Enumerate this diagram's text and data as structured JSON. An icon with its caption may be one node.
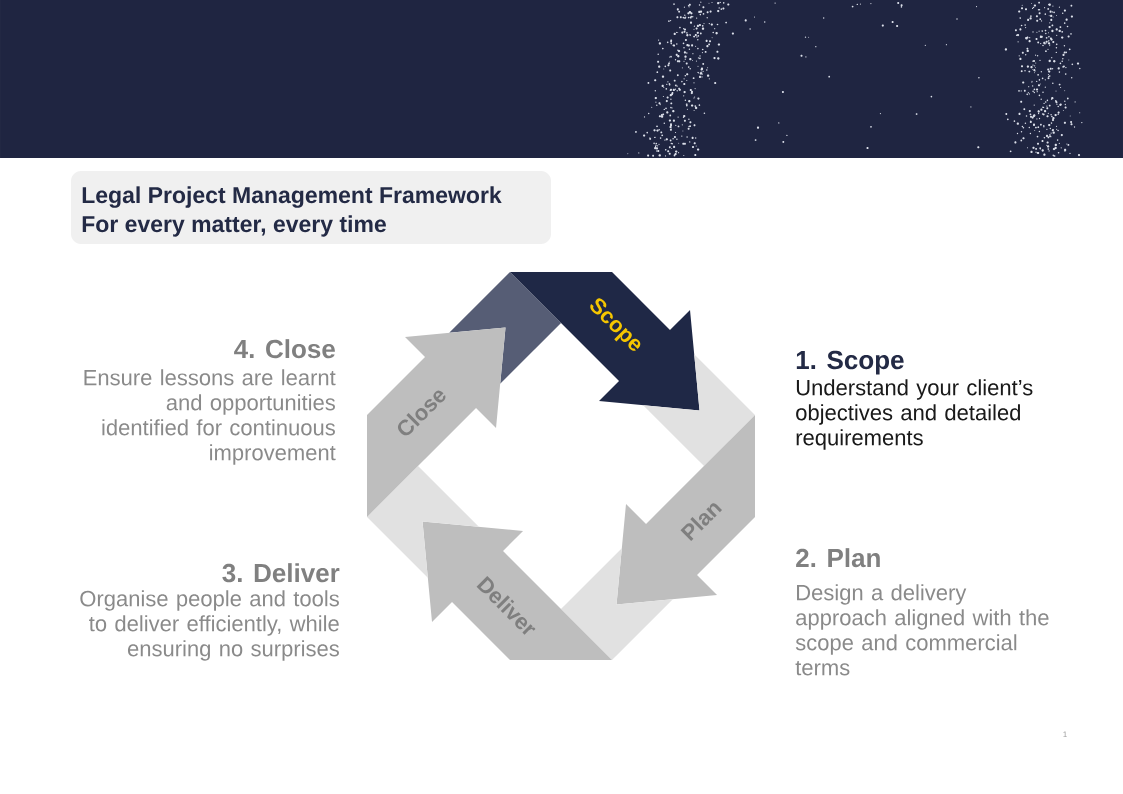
{
  "diagram": {
    "title": "Legal Project Management Framework",
    "nodes": [
      {
        "text": [
          "Scope"
        ],
        "beside": [
          "1. Scope",
          "Understand your client’s objectives and detailed requirements"
        ]
      },
      {
        "text": [
          "Plan"
        ],
        "beside": [
          "2. Plan",
          "Design a delivery approach aligned with the scope and commercial terms"
        ]
      },
      {
        "text": [
          "Deliver"
        ],
        "beside": [
          "3. Deliver",
          "Organise people and tools to deliver efficiently, while ensuring no surprises"
        ]
      },
      {
        "text": [
          "Close"
        ],
        "beside": [
          "4. Close",
          "Ensure lessons are learnt and opportunities identified for continuous improvement"
        ]
      }
    ],
    "labels": [
      "For every matter, every time",
      "1"
    ]
  }
}
